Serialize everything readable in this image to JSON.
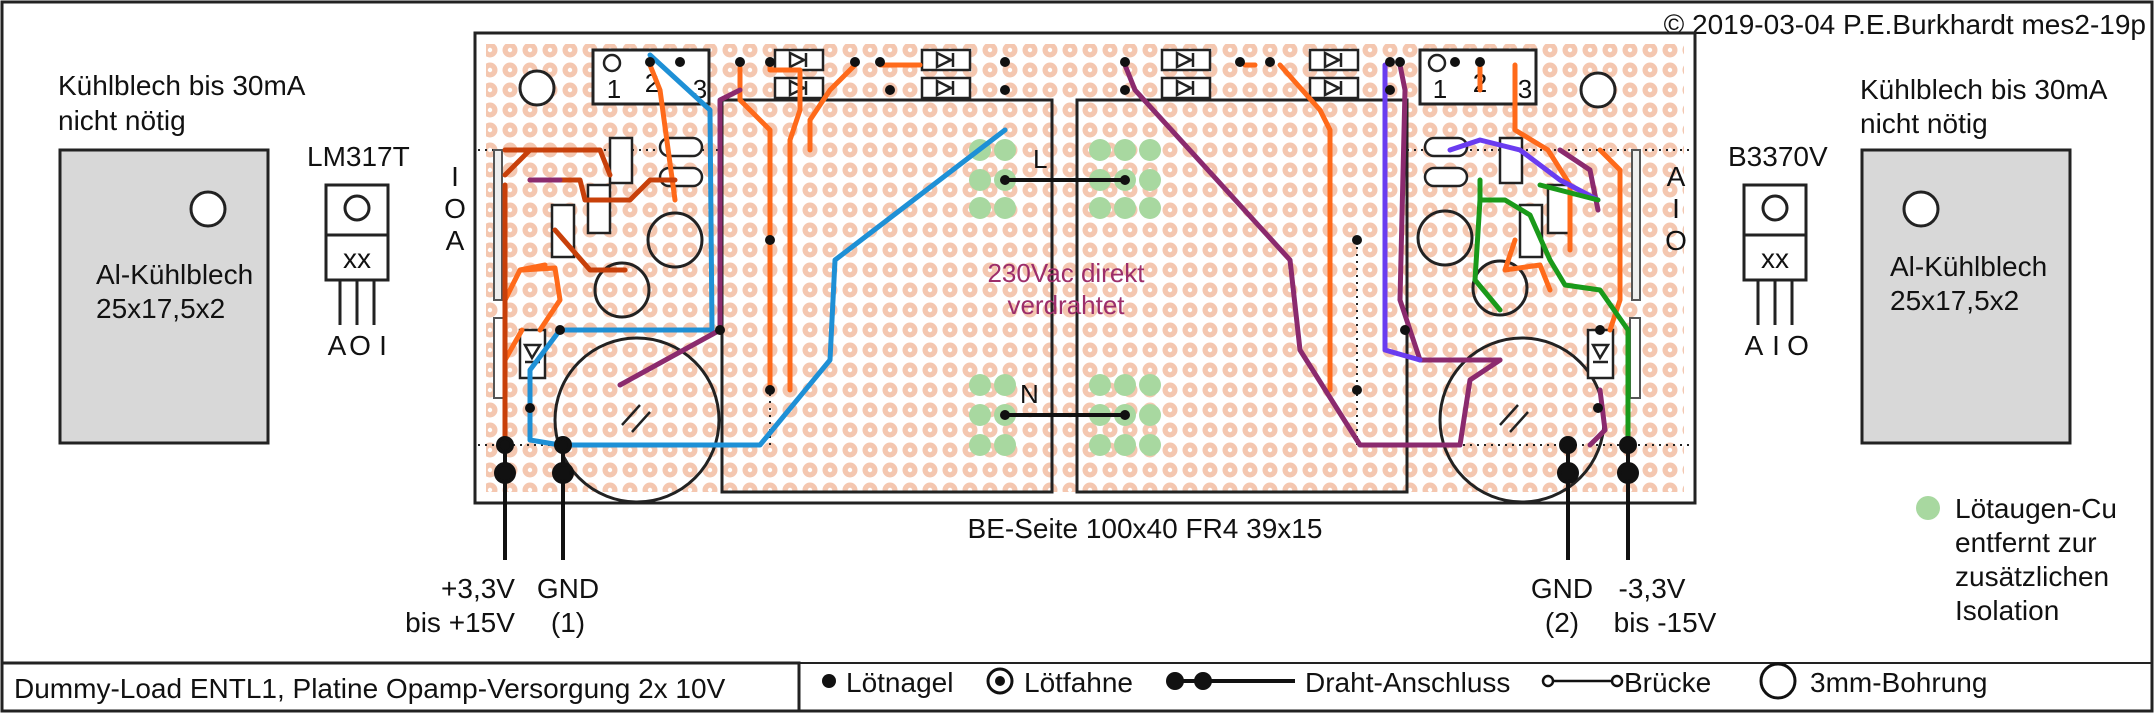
{
  "copyright": "© 2019-03-04 P.E.Burkhardt mes2-19p",
  "title_box": "Dummy-Load ENTL1, Platine Opamp-Versorgung 2x 10V",
  "board_label": "BE-Seite 100x40 FR4 39x15",
  "center_note": [
    "230Vac direkt",
    "verdrahtet"
  ],
  "bus_labels": {
    "live": "L",
    "neutral": "N"
  },
  "left": {
    "heatsink_note": [
      "Kühlblech bis 30mA",
      "nicht nötig"
    ],
    "heatsink": [
      "Al-Kühlblech",
      "25x17,5x2"
    ],
    "regulator": "LM317T",
    "package_text": "xx",
    "pins": [
      "A",
      "O",
      "I"
    ],
    "side_pins": [
      "I",
      "O",
      "A"
    ],
    "terminal": [
      "1",
      "2",
      "3"
    ],
    "wire_a": [
      "+3,3V",
      "bis +15V"
    ],
    "wire_b": [
      "GND",
      "(1)"
    ]
  },
  "right": {
    "heatsink_note": [
      "Kühlblech bis 30mA",
      "nicht nötig"
    ],
    "heatsink": [
      "Al-Kühlblech",
      "25x17,5x2"
    ],
    "regulator": "B3370V",
    "package_text": "xx",
    "pins": [
      "A",
      "I",
      "O"
    ],
    "side_pins": [
      "A",
      "I",
      "O"
    ],
    "terminal": [
      "1",
      "2",
      "3"
    ],
    "wire_a": [
      "GND",
      "(2)"
    ],
    "wire_b": [
      "-3,3V",
      "bis -15V"
    ]
  },
  "note_removed": [
    "Lötaugen-Cu",
    "entfernt zur",
    "zusätzlichen",
    "Isolation"
  ],
  "legend": {
    "loetnagel": "Lötnagel",
    "loetfahne": "Lötfahne",
    "draht": "Draht-Anschluss",
    "bruecke": "Brücke",
    "bohrung": "3mm-Bohrung"
  },
  "colors": {
    "pad": "#f4c7b0",
    "removed_pad": "#a8d8a0",
    "trace_orange": "#ff6a1a",
    "trace_blue": "#1e90d6",
    "trace_purple": "#8b2a6e",
    "trace_dark_orange": "#c8400a",
    "trace_green": "#1a9a1a",
    "trace_violet": "#6a3cf0"
  }
}
